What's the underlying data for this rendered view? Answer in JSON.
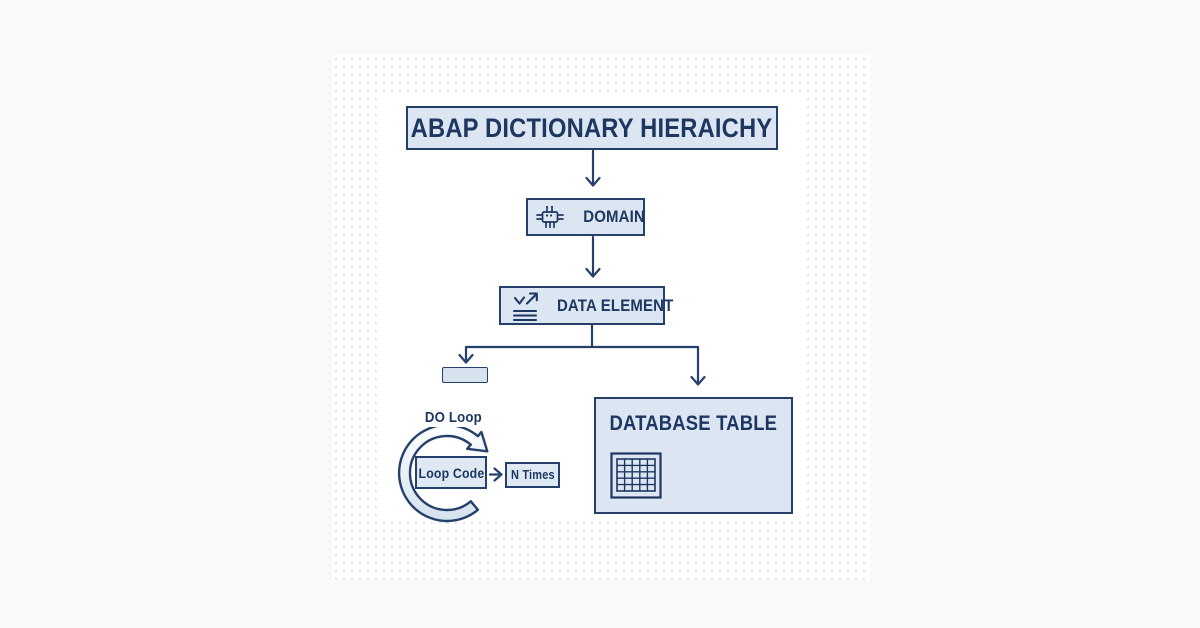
{
  "colors": {
    "page_bg": "#f8f9fb",
    "card_bg": "#ffffff",
    "dot_color": "#dfe6f0",
    "box_fill": "#dce6f2",
    "navy_border": "#24406b",
    "navy_text": "#1d3760"
  },
  "diagram": {
    "title": "ABAP DICTIONARY HIERAICHY",
    "nodes": {
      "domain": {
        "label": "DOMAIN",
        "icon": "chip-icon"
      },
      "data_element": {
        "label": "DATA ELEMENT",
        "icon": "data-lines-icon"
      },
      "database_table": {
        "label": "DATABASE TABLE",
        "icon": "table-grid-icon"
      }
    },
    "loop": {
      "caption": "DO Loop",
      "loop_code_label": "Loop Code",
      "n_times_label": "N Times"
    }
  }
}
